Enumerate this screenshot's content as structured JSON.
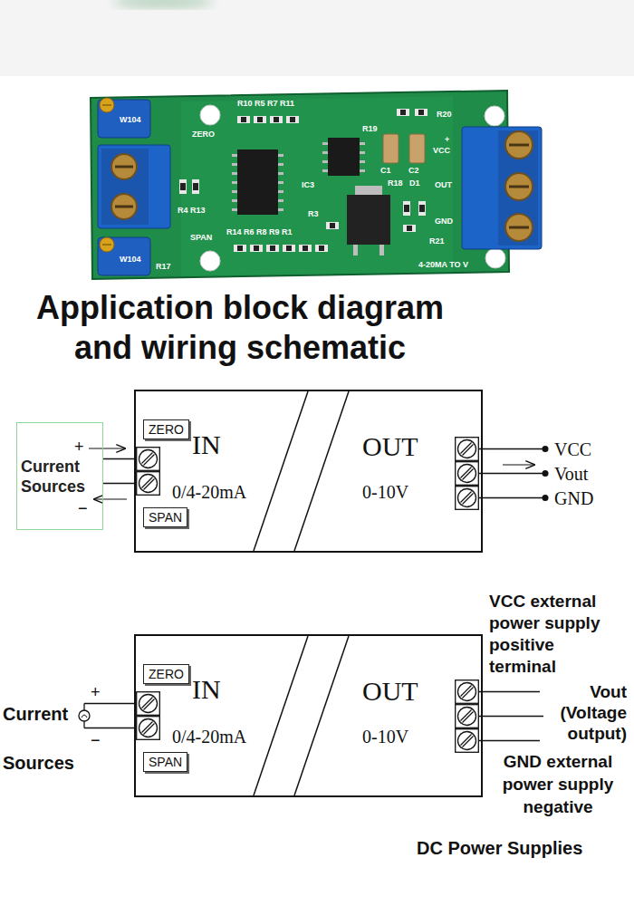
{
  "diagram": {
    "title": "Application block diagram and wiring schematic",
    "nodes": [
      {
        "text": [
          "Current Sources"
        ]
      },
      {
        "text": [
          "IN",
          "0/4-20mA",
          "OUT",
          "0-10V"
        ]
      },
      {
        "text": [
          "ZERO"
        ],
        "in": 1
      },
      {
        "text": [
          "SPAN"
        ],
        "in": 1
      },
      {
        "text": [
          "IN",
          "0/4-20mA",
          "OUT",
          "0-10V"
        ]
      },
      {
        "text": [
          "ZERO"
        ],
        "in": 4
      },
      {
        "text": [
          "SPAN"
        ],
        "in": 4
      }
    ],
    "edges": [
      {
        "from": 0,
        "to": 1,
        "arrow": "none"
      },
      {
        "from": 0,
        "to": 1,
        "arrow": "none"
      }
    ],
    "labels": [
      "W104",
      "ZERO",
      "R10 R5 R7 R11",
      "R20",
      "R19",
      "+",
      "VCC",
      "C1",
      "C2",
      "IC3",
      "R18",
      "D1",
      "OUT",
      "R3",
      "GND",
      "R4 R13",
      "SPAN",
      "R14 R6 R8 R9 R1",
      "R21",
      "4-20MA TO V",
      "W104",
      "R17",
      "+",
      "−",
      "VCC",
      "Vout",
      "GND",
      "Current",
      "Sources",
      "+",
      "−",
      "VCC external power supply positive terminal",
      "Vout (Voltage output)",
      "GND external power supply negative",
      "DC Power Supplies"
    ]
  }
}
